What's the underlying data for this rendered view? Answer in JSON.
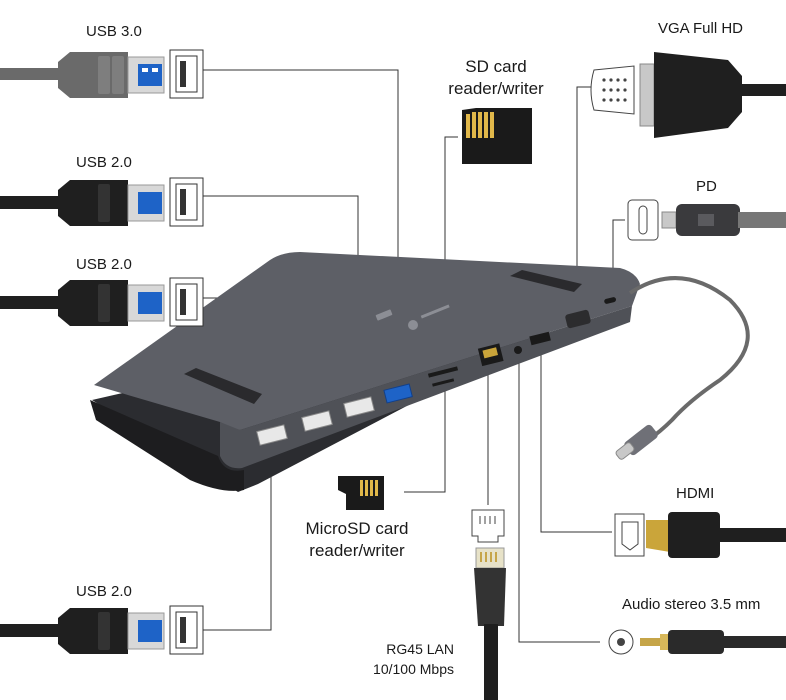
{
  "labels": {
    "usb30": "USB 3.0",
    "usb20_a": "USB 2.0",
    "usb20_b": "USB 2.0",
    "usb20_c": "USB 2.0",
    "sd_line1": "SD card",
    "sd_line2": "reader/writer",
    "vga": "VGA Full HD",
    "pd": "PD",
    "hdmi": "HDMI",
    "audio": "Audio stereo 3.5 mm",
    "lan_line1": "RG45 LAN",
    "lan_line2": "10/100 Mbps",
    "microsd_line1": "MicroSD card",
    "microsd_line2": "reader/writer"
  },
  "colors": {
    "dock": "#5d5f66",
    "dock_dark": "#2b2c30",
    "cable": "#1f1f1f",
    "usb3_cable": "#6a6a6a",
    "usb3_blue": "#1e63c7",
    "leader": "#333333"
  }
}
